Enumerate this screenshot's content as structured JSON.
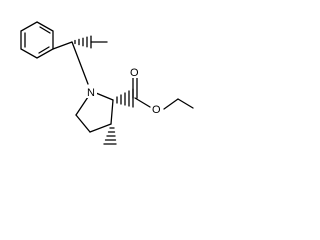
{
  "molecule": {
    "atoms": {
      "nitrogen": "N",
      "carbonyl_oxygen": "O",
      "ester_oxygen": "O"
    },
    "colors": {
      "bond": "#000000",
      "background": "#ffffff"
    }
  }
}
